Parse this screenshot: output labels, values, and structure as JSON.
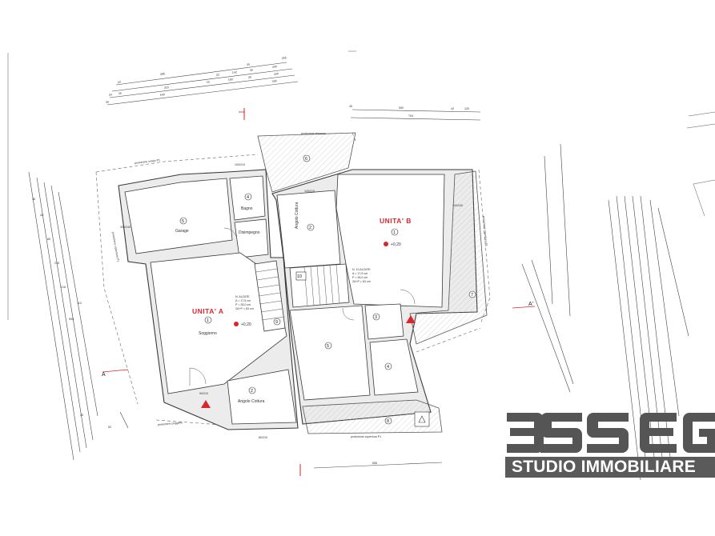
{
  "units": {
    "unit_a": {
      "title": "UNITA' A",
      "room_label": "Soggiorno",
      "room_no": "1",
      "level": "+0,20"
    },
    "unit_b": {
      "title": "UNITA' B",
      "room_no": "1",
      "level": "+0,20"
    }
  },
  "rooms": {
    "garage": {
      "no": "5",
      "label": "Garage"
    },
    "bagno": {
      "no": "4",
      "label": "Bagno"
    },
    "disimpegno": {
      "label": "Disimpegno"
    },
    "angolo_cottura_a": {
      "no": "2",
      "label": "Angolo Cottura"
    },
    "angolo_cottura_b": {
      "no": "2",
      "label": "Angolo Cottura"
    },
    "b_room5": {
      "no": "5"
    },
    "b_room3": {
      "no": "3"
    },
    "b_room4": {
      "no": "4"
    },
    "terrazza_6": {
      "no": "6"
    },
    "copertura_7": {
      "no": "7"
    },
    "copertura_8": {
      "no": "8"
    },
    "stair_9": {
      "no": "9"
    },
    "stair_10": {
      "no": "10"
    }
  },
  "annotations": {
    "proiezione_solaio": "proiezione solaio P1",
    "proiezione_terrazza": "proiezione terrazza",
    "proiezione_copertura_p1": "proiezione copertura P1",
    "proiezione_copertura_side": "proiezione copertura P1",
    "proiezione_poggiolo": "proiezione poggiolo",
    "proiezione_copertura_left": "proiezione copertura P1",
    "section_a_left": "A",
    "section_a_right": "A'",
    "stair_note_a": [
      "N. ALZATE",
      "A = 17,5 cm",
      "P = 28,0 cm",
      "2A+P = 63 cm"
    ],
    "stair_note_b": [
      "N. 10 ALZATE",
      "A = 17,5 cm",
      "P = 28,0 cm",
      "2A+P = 63 cm"
    ]
  },
  "dimensions": {
    "top_a_row1": [
      "486",
      "45",
      "255"
    ],
    "top_a_row2": [
      "43",
      "22",
      "142",
      "45",
      "440"
    ],
    "top_a_row3": [
      "34",
      "45",
      "315",
      "15",
      "180",
      "25",
      "440"
    ],
    "top_a_row4": [
      "35",
      "540",
      "255"
    ],
    "top_b_row1": [
      "45",
      "500",
      "42",
      "120"
    ],
    "top_b_row2": [
      "704"
    ],
    "bottom_b": [
      "656"
    ],
    "left_chain": [
      "36",
      "40",
      "85",
      "245",
      "216",
      "590",
      "113",
      "25",
      "52"
    ],
    "opening_labels": [
      "300/240",
      "100/210",
      "120/210",
      "90/210",
      "80/210",
      "100/240"
    ]
  },
  "logo": {
    "mark": "ESSEGI",
    "subtitle": "STUDIO IMMOBILIARE",
    "mark_color": "#555555",
    "bar_color": "#5a5a5a"
  },
  "colors": {
    "unit_title": "#d9262b",
    "level_marker": "#d9262b",
    "wall_fill": "#ececec"
  }
}
